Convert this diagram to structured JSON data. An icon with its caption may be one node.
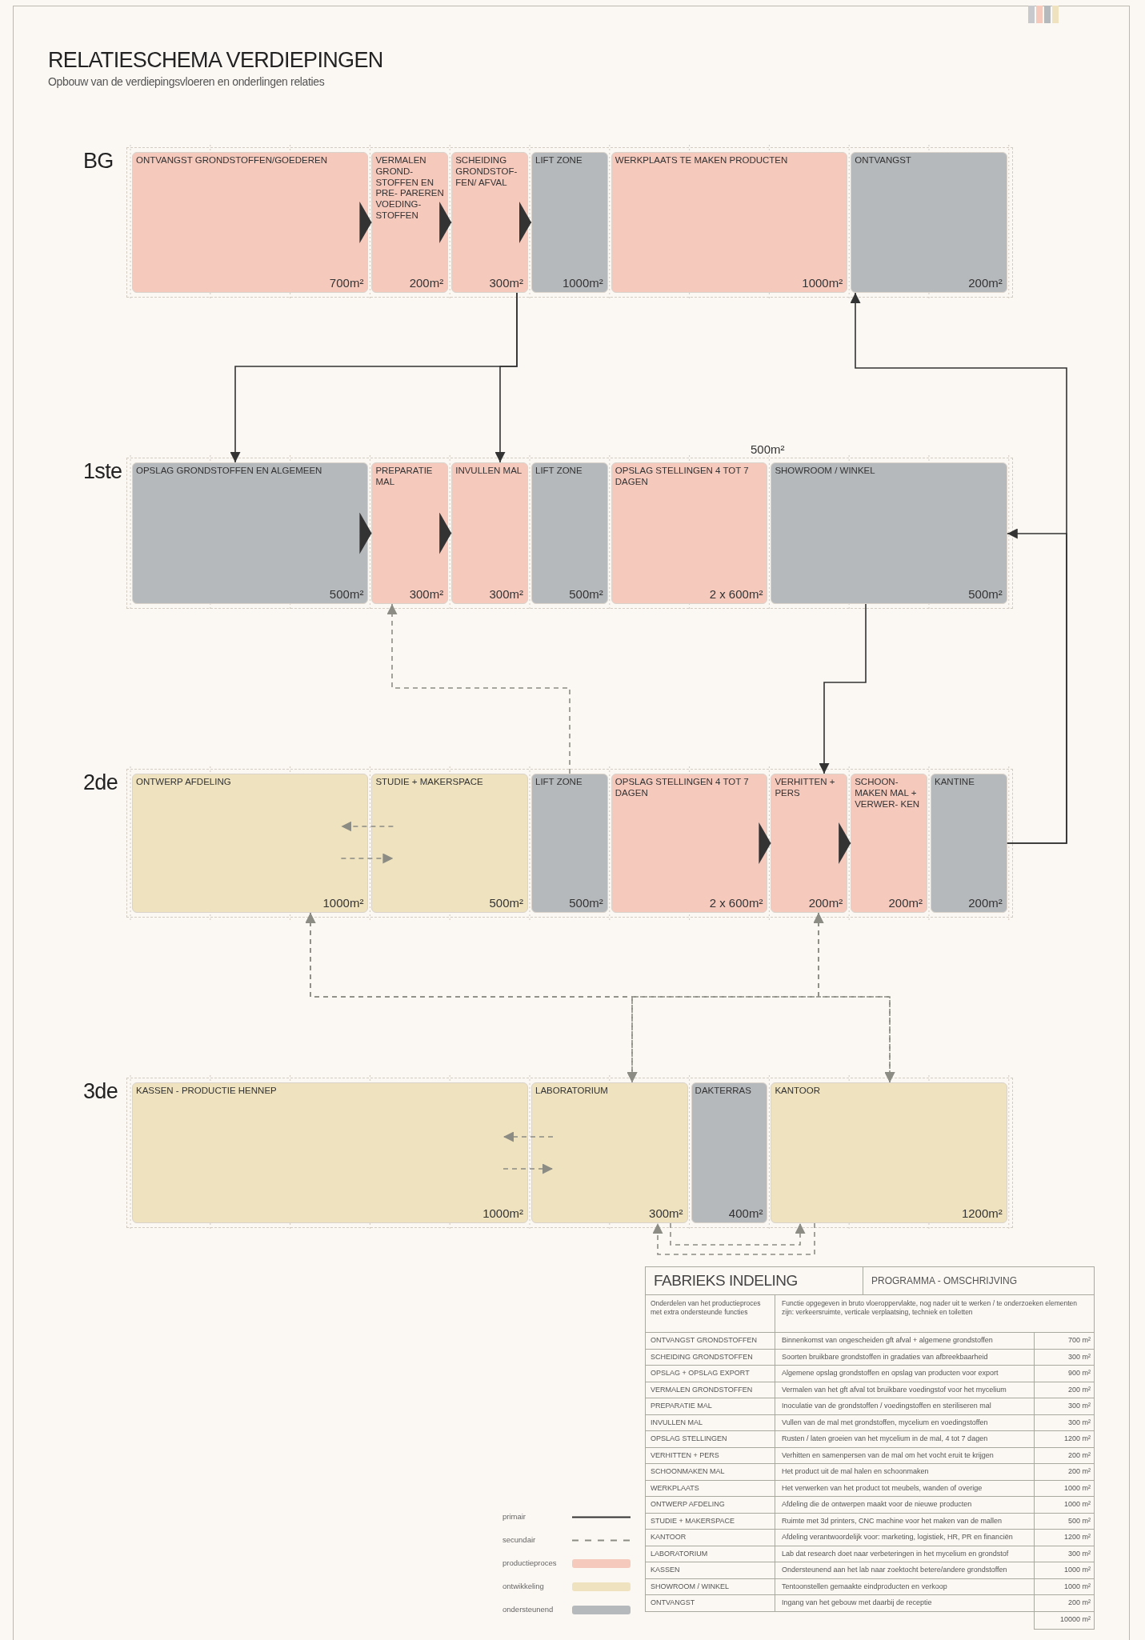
{
  "diagram": {
    "title": "RELATIESCHEMA VERDIEPINGEN",
    "nodes": [
      {
        "text": [
          "BG"
        ]
      },
      {
        "text": [
          "ONTVANGST GRONDSTOFFEN/GOEDEREN",
          "700m²"
        ],
        "in": 0
      },
      {
        "text": [
          "VERMALEN GROND- STOFFEN EN PRE- PAREREN VOEDING- STOFFEN",
          "200m²"
        ],
        "in": 0
      },
      {
        "text": [
          "SCHEIDING GRONDSTOF- FEN/ AFVAL",
          "300m²"
        ],
        "in": 0
      },
      {
        "text": [
          "LIFT ZONE",
          "1000m²"
        ],
        "in": 0
      },
      {
        "text": [
          "WERKPLAATS TE MAKEN PRODUCTEN",
          "1000m²"
        ],
        "in": 0
      },
      {
        "text": [
          "ONTVANGST",
          "200m²"
        ],
        "in": 0
      },
      {
        "text": [
          "1ste"
        ]
      },
      {
        "text": [
          "OPSLAG GRONDSTOFFEN EN ALGEMEEN",
          "500m²"
        ],
        "in": 7
      },
      {
        "text": [
          "PREPARATIE MAL",
          "300m²"
        ],
        "in": 7
      },
      {
        "text": [
          "INVULLEN MAL",
          "300m²"
        ],
        "in": 7
      },
      {
        "text": [
          "LIFT ZONE",
          "500m²"
        ],
        "in": 7
      },
      {
        "text": [
          "OPSLAG STELLINGEN 4 TOT 7 DAGEN",
          "2 x 600m²"
        ],
        "in": 7
      },
      {
        "text": [
          "SHOWROOM / WINKEL",
          "500m²"
        ],
        "in": 7
      },
      {
        "text": [
          "2de"
        ]
      },
      {
        "text": [
          "ONTWERP AFDELING",
          "1000m²"
        ],
        "in": 14
      },
      {
        "text": [
          "STUDIE + MAKERSPACE",
          "500m²"
        ],
        "in": 14
      },
      {
        "text": [
          "LIFT ZONE",
          "500m²"
        ],
        "in": 14
      },
      {
        "text": [
          "OPSLAG STELLINGEN 4 TOT 7 DAGEN",
          "2 x 600m²"
        ],
        "in": 14
      },
      {
        "text": [
          "VERHITTEN + PERS",
          "200m²"
        ],
        "in": 14
      },
      {
        "text": [
          "SCHOON- MAKEN MAL + VERWER- KEN",
          "200m²"
        ],
        "in": 14
      },
      {
        "text": [
          "KANTINE",
          "200m²"
        ],
        "in": 14
      },
      {
        "text": [
          "3de"
        ]
      },
      {
        "text": [
          "KASSEN - PRODUCTIE HENNEP",
          "1000m²"
        ],
        "in": 22
      },
      {
        "text": [
          "LABORATORIUM",
          "300m²"
        ],
        "in": 22
      },
      {
        "text": [
          "DAKTERRAS",
          "400m²"
        ],
        "in": 22
      },
      {
        "text": [
          "KANTOOR",
          "1200m²"
        ],
        "in": 22
      }
    ],
    "edges": [
      {
        "from": 1,
        "to": 2,
        "arrow": "to"
      },
      {
        "from": 2,
        "to": 3,
        "arrow": "to"
      },
      {
        "from": 3,
        "to": 4,
        "arrow": "to"
      },
      {
        "from": 8,
        "to": 9,
        "arrow": "to"
      },
      {
        "from": 9,
        "to": 10,
        "arrow": "to"
      },
      {
        "from": 18,
        "to": 19,
        "arrow": "to"
      },
      {
        "from": 19,
        "to": 20,
        "arrow": "to"
      },
      {
        "from": 3,
        "to": 8,
        "arrow": "to"
      },
      {
        "from": 3,
        "to": 10,
        "arrow": "to"
      },
      {
        "from": 13,
        "to": 19,
        "arrow": "to"
      },
      {
        "from": 21,
        "to": 6,
        "arrow": "to"
      },
      {
        "from": 21,
        "to": 13,
        "arrow": "to"
      },
      {
        "from": 17,
        "to": 9,
        "arrow": "to",
        "style": "dashed",
        "color": "#8c8c84"
      },
      {
        "from": 16,
        "to": 15,
        "arrow": "to",
        "style": "dashed",
        "color": "#8c8c84"
      },
      {
        "from": 15,
        "to": 16,
        "arrow": "to",
        "style": "dashed",
        "color": "#8c8c84"
      },
      {
        "from": 15,
        "to": 24,
        "arrow": "both",
        "style": "dashed",
        "color": "#8c8c84"
      },
      {
        "from": 15,
        "to": 26,
        "arrow": "both",
        "style": "dashed",
        "color": "#8c8c84"
      },
      {
        "from": 19,
        "to": 24,
        "arrow": "both",
        "style": "dashed",
        "color": "#8c8c84"
      },
      {
        "from": 19,
        "to": 26,
        "arrow": "both",
        "style": "dashed",
        "color": "#8c8c84"
      },
      {
        "from": 24,
        "to": 23,
        "arrow": "to",
        "style": "dashed",
        "color": "#8c8c84"
      },
      {
        "from": 23,
        "to": 24,
        "arrow": "to",
        "style": "dashed",
        "color": "#8c8c84"
      },
      {
        "from": 26,
        "to": 24,
        "arrow": "to",
        "style": "dashed",
        "color": "#8c8c84"
      },
      {
        "from": 24,
        "to": 26,
        "arrow": "to",
        "style": "dashed",
        "color": "#8c8c84"
      }
    ],
    "labels": [
      "Opbouw van de verdiepingsvloeren en onderlingen relaties",
      "500m²",
      "FABRIEKS INDELING",
      "PROGRAMMA - OMSCHRIJVING",
      "Onderdelen van het productieproces met extra ondersteunde functies",
      "Functie opgegeven in bruto vloeroppervlakte, nog nader uit te werken / te onderzoeken elementen zijn: verkeersruimte, verticale verplaatsing, techniek en toiletten",
      "ONTVANGST GRONDSTOFFEN",
      "Binnenkomst van ongescheiden gft afval + algemene grondstoffen",
      "700 m²",
      "SCHEIDING GRONDSTOFFEN",
      "Soorten bruikbare grondstoffen in gradaties van afbreekbaarheid",
      "300 m²",
      "OPSLAG + OPSLAG EXPORT",
      "Algemene opslag grondstoffen en opslag van producten voor export",
      "900 m²",
      "VERMALEN GRONDSTOFFEN",
      "Vermalen van het gft afval tot bruikbare voedingstof voor het mycelium",
      "200 m²",
      "PREPARATIE MAL",
      "Inoculatie van de grondstoffen / voedingstoffen en steriliseren mal",
      "300 m²",
      "INVULLEN MAL",
      "Vullen van de mal met grondstoffen, mycelium en voedingstoffen",
      "300 m²",
      "OPSLAG STELLINGEN",
      "Rusten / laten groeien van het mycelium in de mal, 4 tot 7 dagen",
      "1200 m²",
      "VERHITTEN + PERS",
      "Verhitten en samenpersen van de mal om het vocht eruit te krijgen",
      "200 m²",
      "SCHOONMAKEN MAL",
      "Het product uit de mal halen en schoonmaken",
      "200 m²",
      "WERKPLAATS",
      "Het verwerken van het product tot meubels, wanden of overige",
      "1000 m²",
      "ONTWERP AFDELING",
      "Afdeling die de ontwerpen maakt voor de nieuwe producten",
      "1000 m²",
      "STUDIE + MAKERSPACE",
      "Ruimte met 3d printers, CNC machine voor het maken van de mallen",
      "500 m²",
      "KANTOOR",
      "Afdeling verantwoordelijk voor: marketing, logistiek, HR, PR en financiën",
      "1200 m²",
      "LABORATORIUM",
      "Lab dat research doet naar verbeteringen in het mycelium en grondstof",
      "300 m²",
      "KASSEN",
      "Ondersteunend aan het lab naar zoektocht betere/andere grondstoffen",
      "1000 m²",
      "SHOWROOM / WINKEL",
      "Tentoonstellen gemaakte eindproducten en verkoop",
      "1000 m²",
      "ONTVANGST",
      "Ingang van het gebouw met daarbij de receptie",
      "200 m²",
      "10000 m²"
    ],
    "legend": [
      {
        "text": "primair"
      },
      {
        "text": "secundair"
      },
      {
        "text": "productieproces",
        "color": "#f6c9bd"
      },
      {
        "text": "ontwikkeling",
        "color": "#efe2bf"
      },
      {
        "text": "ondersteunend",
        "color": "#b6b9bc"
      }
    ]
  }
}
